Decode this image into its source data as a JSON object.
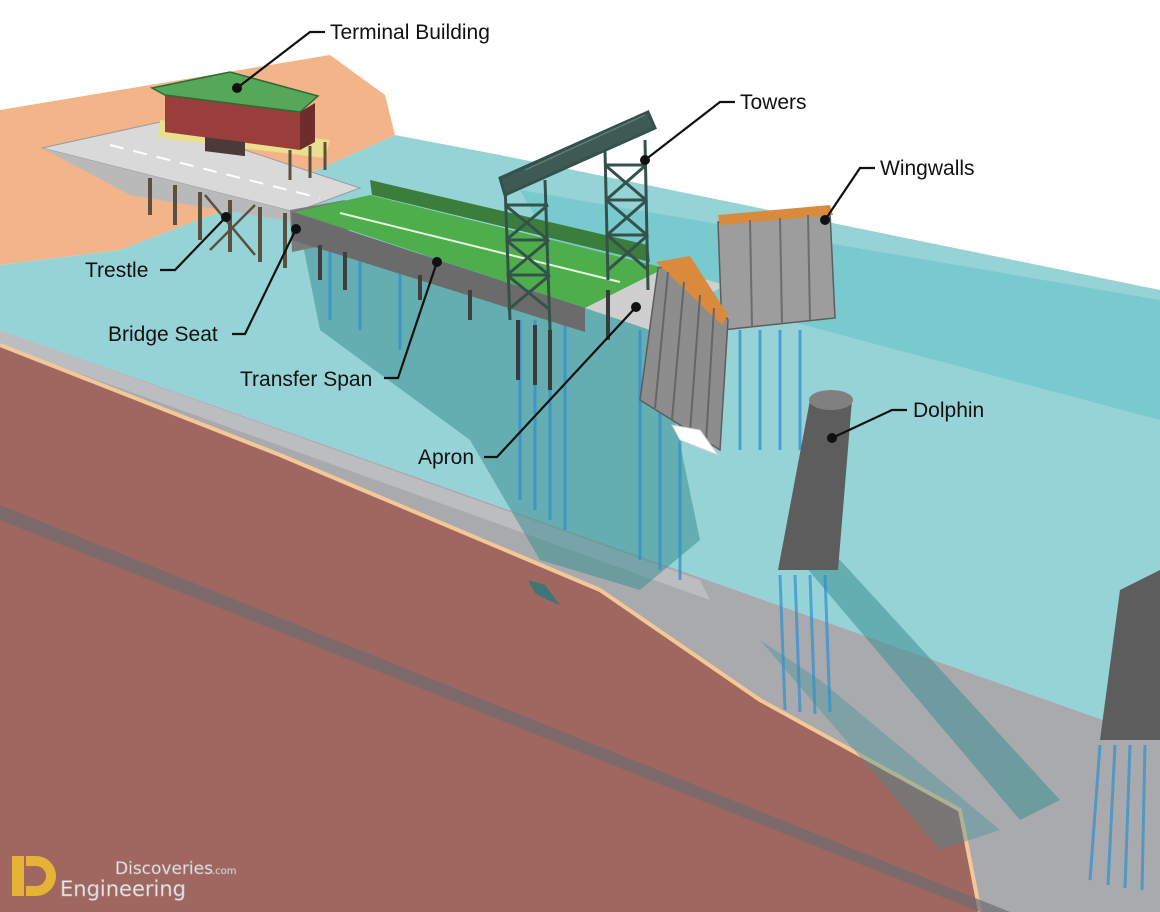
{
  "labels": {
    "terminal_building": "Terminal Building",
    "towers": "Towers",
    "wingwalls": "Wingwalls",
    "trestle": "Trestle",
    "bridge_seat": "Bridge Seat",
    "transfer_span": "Transfer Span",
    "apron": "Apron",
    "dolphin": "Dolphin"
  },
  "watermark": {
    "top": "Discoveries",
    "domain": ".com",
    "bottom": "Engineering"
  },
  "colors": {
    "water": "#8fd0d3",
    "water_deep": "#5cbcc4",
    "land": "#f2b488",
    "seabed": "#a9aaae",
    "soil": "#a06660",
    "deck_green": "#4fae4c",
    "tower_steel": "#3f5a55",
    "wall_orange": "#d98a3c",
    "dolphin_gray": "#555555",
    "label_text": "#111111"
  }
}
